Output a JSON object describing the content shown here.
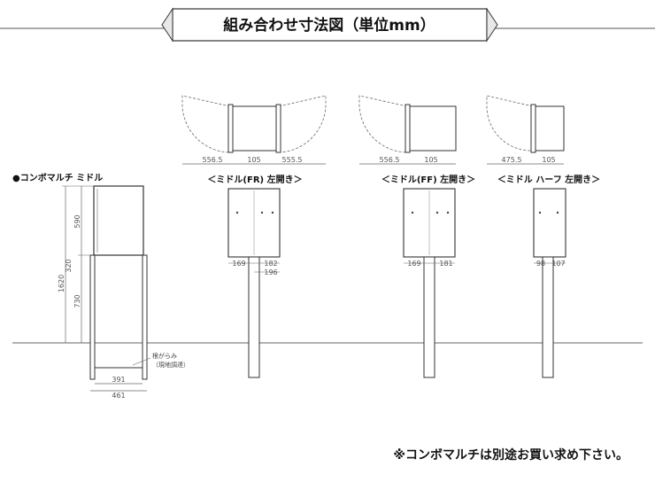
{
  "title": "組み合わせ寸法図（単位mm）",
  "footnote": "※コンボマルチは別途お買い求め下さい。",
  "base_label": "●コンボマルチ ミドル",
  "base_dims": {
    "d590": "590",
    "d320": "320",
    "d730": "730",
    "d1620": "1620",
    "d391": "391",
    "d461": "461"
  },
  "base_note": {
    "line1": "根がらみ",
    "line2": "（現地調達）"
  },
  "variants": [
    {
      "label": "＜ミドル(FR) 左開き＞",
      "top_left": "556.5",
      "top_mid": "105",
      "top_right": "555.5",
      "front_left": "169",
      "front_mid": "182",
      "front_right": "196"
    },
    {
      "label": "＜ミドル(FF) 左開き＞",
      "top_left": "556.5",
      "top_mid": "105",
      "front_left": "169",
      "front_mid": "181"
    },
    {
      "label": "＜ミドル ハーフ 左開き＞",
      "top_left": "475.5",
      "top_mid": "105",
      "front_left": "98",
      "front_mid": "107"
    }
  ]
}
